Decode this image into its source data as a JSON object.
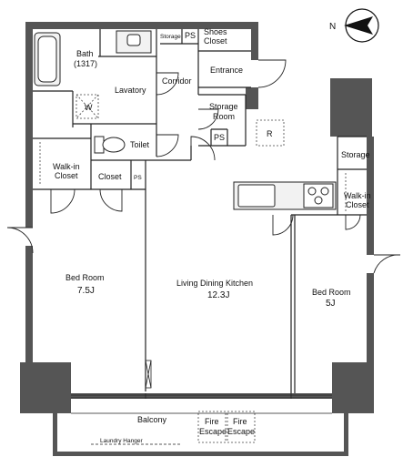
{
  "labels": {
    "bath": "Bath",
    "bath_size": "(1317)",
    "storage_top": "Storage",
    "ps_top": "PS",
    "shoes_closet_1": "Shoes",
    "shoes_closet_2": "Closet",
    "entrance": "Entrance",
    "corridor": "Corridor",
    "lavatory": "Lavatory",
    "washer": "W",
    "storage_room_1": "Storage",
    "storage_room_2": "Room",
    "ps_storage": "PS",
    "refrigerator": "R",
    "toilet": "Toilet",
    "walkin_left_1": "Walk-in",
    "walkin_left_2": "Closet",
    "closet": "Closet",
    "ps_mid": "PS",
    "storage_right": "Storage",
    "walkin_right_1": "Walk-in",
    "walkin_right_2": "Closet",
    "bedroom_left": "Bed Room",
    "bedroom_left_size": "7.5J",
    "ldk": "Living Dining Kitchen",
    "ldk_size": "12.3J",
    "bedroom_right": "Bed Room",
    "bedroom_right_size": "5J",
    "balcony": "Balcony",
    "laundry": "Laundry Hanger",
    "fire_escape_1": "Fire",
    "fire_escape_1b": "Escape",
    "fire_escape_2": "Fire",
    "fire_escape_2b": "Escape",
    "compass": "N"
  },
  "colors": {
    "wall": "#555555",
    "wall_dark": "#4a4a4a",
    "line": "#222222",
    "dash": "#444444",
    "fixture_fill": "#f2f2f2",
    "compass_fill": "#111111"
  }
}
